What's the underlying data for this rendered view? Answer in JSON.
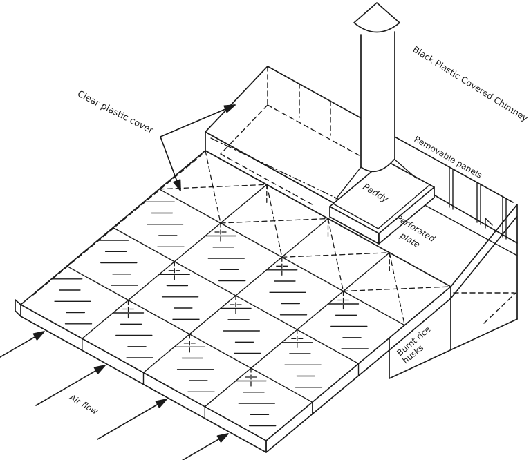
{
  "diagram": {
    "type": "technical-isometric-drawing",
    "subject": "Paddy dryer with rice-husk furnace",
    "colors": {
      "ink": "#1b1b1b",
      "background": "#ffffff"
    },
    "labels": {
      "clear_plastic_cover": "Clear plastic cover",
      "black_plastic_chimney": "Black Plastic Covered Chimney",
      "removable_panels": "Removable panels",
      "paddy": "Paddy",
      "perforated_plate_line1": "Perforated",
      "perforated_plate_line2": "plate",
      "burnt_rice_line1": "Burnt rice",
      "burnt_rice_line2": "husks",
      "air_flow": "Air flow"
    }
  }
}
